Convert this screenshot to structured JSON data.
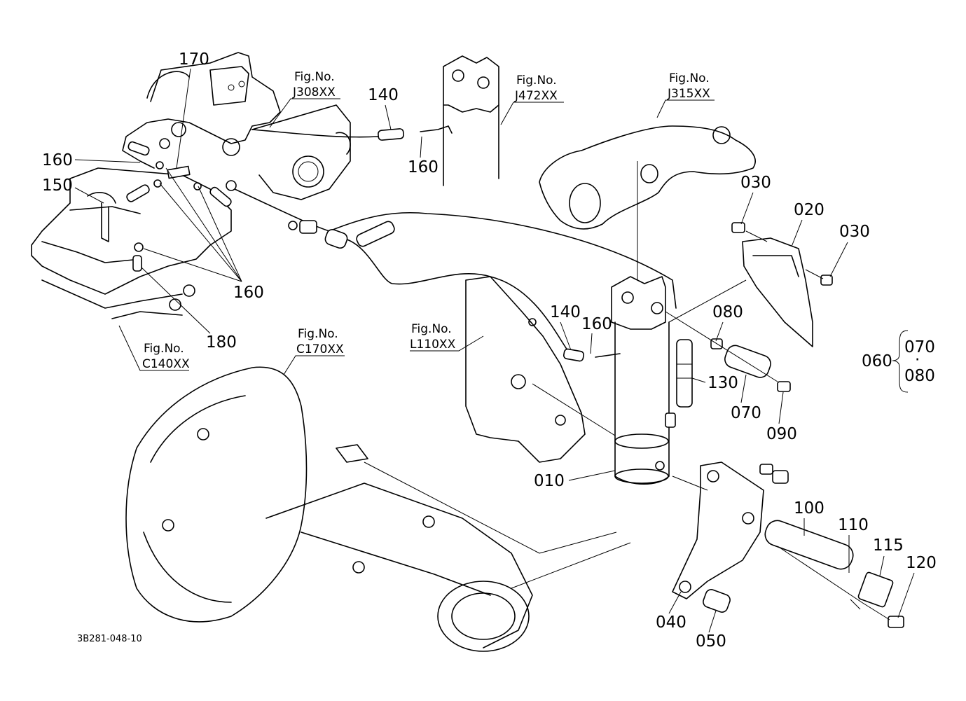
{
  "drawing_code": "3B281-048-10",
  "fig_refs": [
    {
      "fig": "Fig.No.",
      "code": "J308XX"
    },
    {
      "fig": "Fig.No.",
      "code": "J472XX"
    },
    {
      "fig": "Fig.No.",
      "code": "J315XX"
    },
    {
      "fig": "Fig.No.",
      "code": "L110XX"
    },
    {
      "fig": "Fig.No.",
      "code": "C140XX"
    },
    {
      "fig": "Fig.No.",
      "code": "C170XX"
    }
  ],
  "callouts": [
    "170",
    "140",
    "160",
    "160",
    "150",
    "160",
    "180",
    "140",
    "160",
    "030",
    "020",
    "030",
    "080",
    "130",
    "070",
    "090",
    "010",
    "100",
    "110",
    "115",
    "120",
    "040",
    "050"
  ],
  "set_bracket": {
    "label": "060",
    "items": [
      "070",
      "080"
    ],
    "separator": "·"
  }
}
